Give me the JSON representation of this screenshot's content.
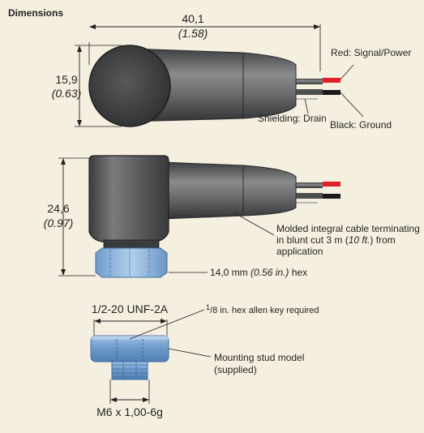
{
  "title": "Dimensions",
  "dimensions": {
    "length_mm": "40,1",
    "length_in": "(1.58)",
    "diameter_mm": "15,9",
    "diameter_in": "(0.63)",
    "height_mm": "24,6",
    "height_in": "(0.97)",
    "hex_mm": "14,0 mm",
    "hex_in": "(0.56 in.)",
    "hex_suffix": "hex",
    "thread_top": "1/2-20 UNF-2A",
    "thread_bottom": "M6 x 1,00-6g"
  },
  "wires": {
    "red": "Red: Signal/Power",
    "black": "Black: Ground",
    "shield": "Shielding: Drain"
  },
  "notes": {
    "cable_line1": "Molded integral cable terminating",
    "cable_line2_pre": "in blunt cut 3 m (",
    "cable_line2_em": "10 ft.",
    "cable_line2_post": ") from",
    "cable_line3": "application",
    "allen_sup": "1",
    "allen_rest": "/8 in. hex allen key required",
    "stud_line1": "Mounting stud model",
    "stud_line2": "(supplied)"
  },
  "colors": {
    "background": "#f5efdf",
    "body_gray": "#58595b",
    "hex_blue": "#7aa6d3",
    "wire_red": "#e21f26"
  }
}
